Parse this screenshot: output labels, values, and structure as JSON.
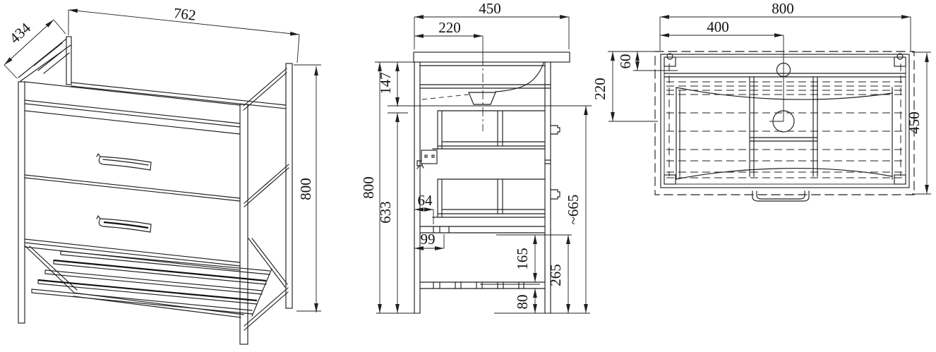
{
  "drawing": {
    "background": "#ffffff",
    "line_color": "#1f1f1f",
    "views": {
      "iso": {
        "dims": {
          "width": "762",
          "depth": "434",
          "height": "800"
        }
      },
      "section": {
        "dims": {
          "overall_width": "450",
          "basin_center": "220",
          "top_height": "147",
          "overall_height": "800",
          "body_height": "633",
          "back_offset": "64",
          "slide_offset": "99",
          "shelf_clearance": "165",
          "foot_height": "80",
          "shelf_zone": "265",
          "front_height": "~665"
        }
      },
      "top": {
        "dims": {
          "overall_width": "800",
          "faucet_center": "400",
          "faucet_offset": "60",
          "drain_center": "220",
          "overall_depth": "450"
        }
      }
    }
  }
}
